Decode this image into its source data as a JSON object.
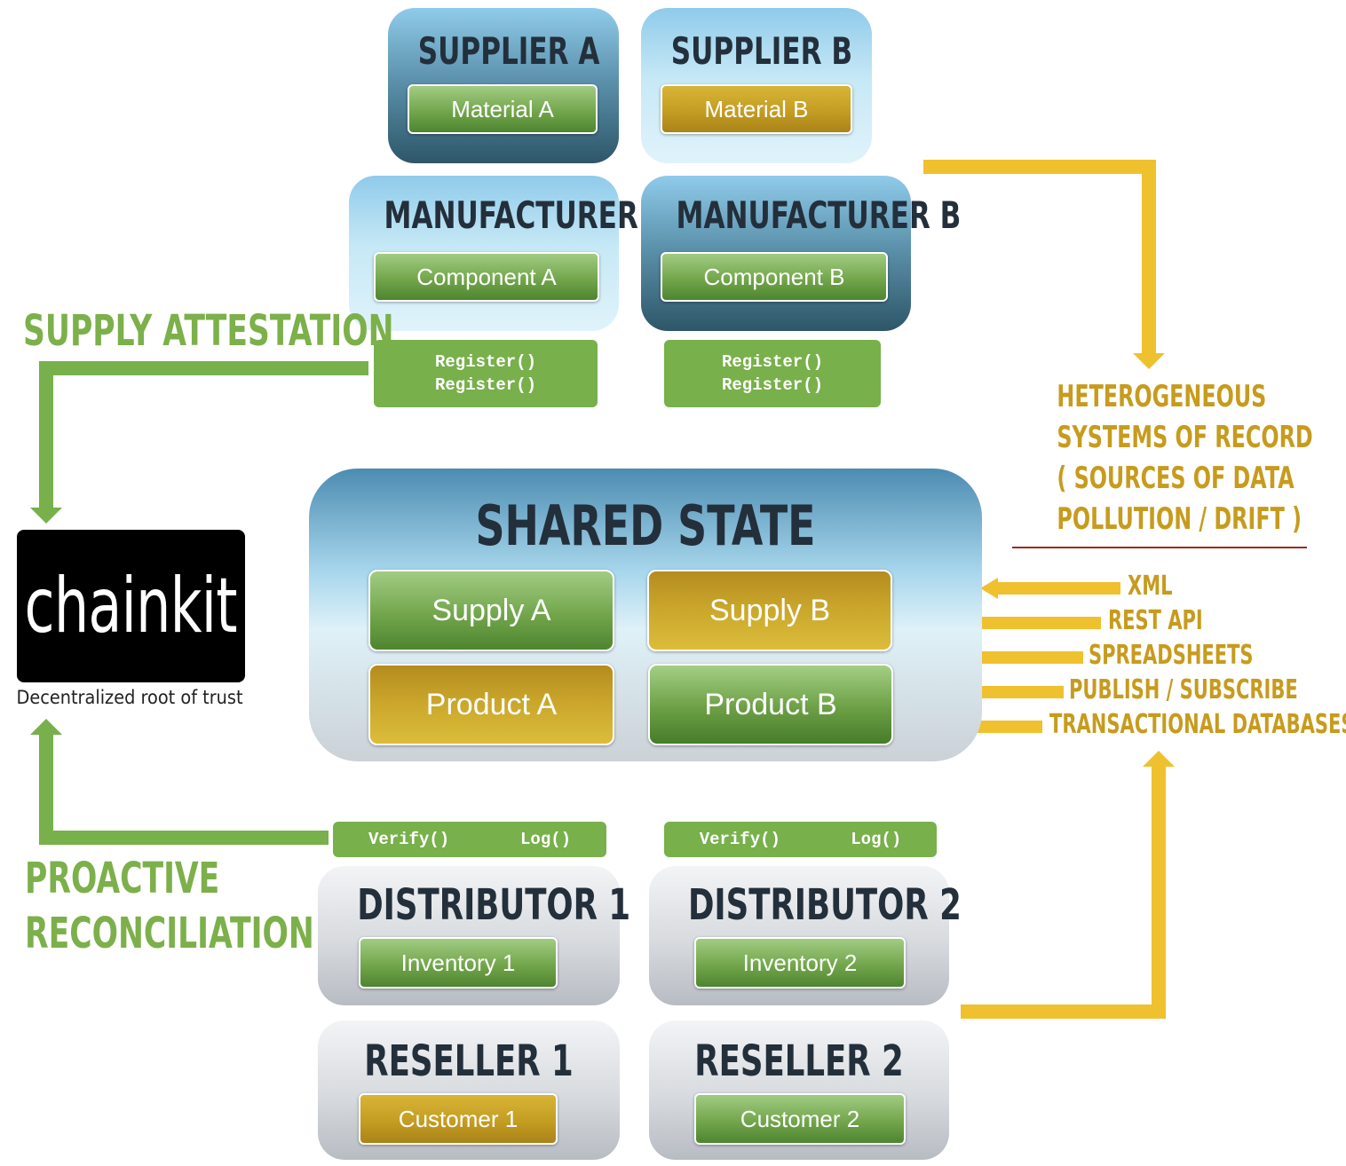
{
  "suppliers": [
    {
      "title": "SUPPLIER A",
      "item": "Material A"
    },
    {
      "title": "SUPPLIER B",
      "item": "Material B"
    }
  ],
  "manufacturers": [
    {
      "title": "MANUFACTURER A",
      "item": "Component A",
      "calls": [
        "Register()",
        "Register()"
      ]
    },
    {
      "title": "MANUFACTURER B",
      "item": "Component B",
      "calls": [
        "Register()",
        "Register()"
      ]
    }
  ],
  "shared_state": {
    "title": "SHARED STATE",
    "items": [
      "Supply A",
      "Supply B",
      "Product A",
      "Product B"
    ]
  },
  "distributors": [
    {
      "title": "DISTRIBUTOR 1",
      "item": "Inventory 1",
      "verify": "Verify()",
      "log": "Log()"
    },
    {
      "title": "DISTRIBUTOR 2",
      "item": "Inventory 2",
      "verify": "Verify()",
      "log": "Log()"
    }
  ],
  "resellers": [
    {
      "title": "RESELLER 1",
      "item": "Customer 1"
    },
    {
      "title": "RESELLER 2",
      "item": "Customer 2"
    }
  ],
  "chainkit": {
    "logo_text": "chainkit",
    "caption": "Decentralized root of trust"
  },
  "labels": {
    "supply_attestation": "SUPPLY ATTESTATION",
    "proactive_1": "PROACTIVE",
    "proactive_2": "RECONCILIATION",
    "heterogeneous": [
      "HETEROGENEOUS",
      "SYSTEMS OF RECORD",
      "( SOURCES OF DATA",
      "POLLUTION / DRIFT )"
    ]
  },
  "sources": [
    "XML",
    "REST API",
    "SPREADSHEETS",
    "PUBLISH / SUBSCRIBE",
    "TRANSACTIONAL DATABASES"
  ],
  "colors": {
    "green": "#78b04b",
    "gold": "#f0c12e",
    "gold_text": "#c79b1d",
    "divider": "#9c2a1a"
  }
}
